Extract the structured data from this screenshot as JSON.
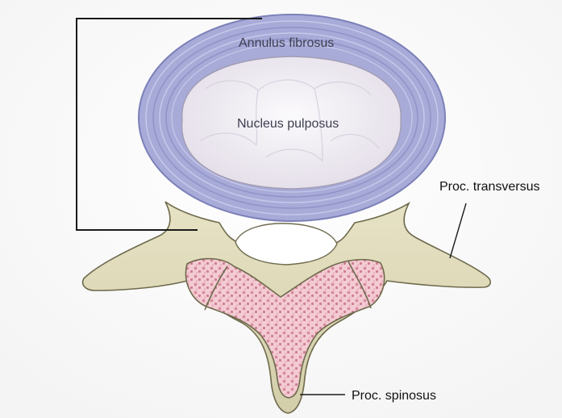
{
  "diagram": {
    "labels": {
      "annulus": "Annulus fibrosus",
      "nucleus": "Nucleus pulposus",
      "transversus": "Proc. transversus",
      "spinosus": "Proc. spinosus"
    },
    "colors": {
      "annulus_ring": "#a8abd8",
      "annulus_ring_dark": "#7c80b8",
      "nucleus_fill": "#f1eef4",
      "bone": "#dcd8b6",
      "bone_outline": "#6e6a4d",
      "cancellous_bone": "#f1c5ce",
      "marrow_spots": "#d27f93",
      "leader_lines": "#1a1a1a"
    }
  }
}
